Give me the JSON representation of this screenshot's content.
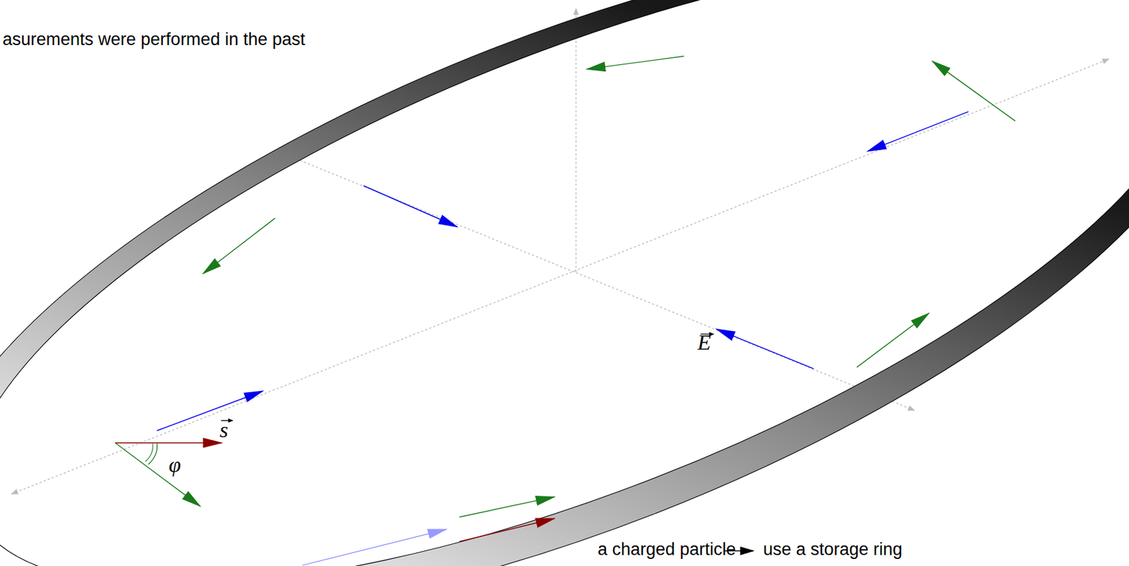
{
  "diagram": {
    "labels": [
      "asurements were performed in the past",
      "E",
      "s",
      "φ",
      "a charged particle",
      "use a storage ring"
    ]
  }
}
